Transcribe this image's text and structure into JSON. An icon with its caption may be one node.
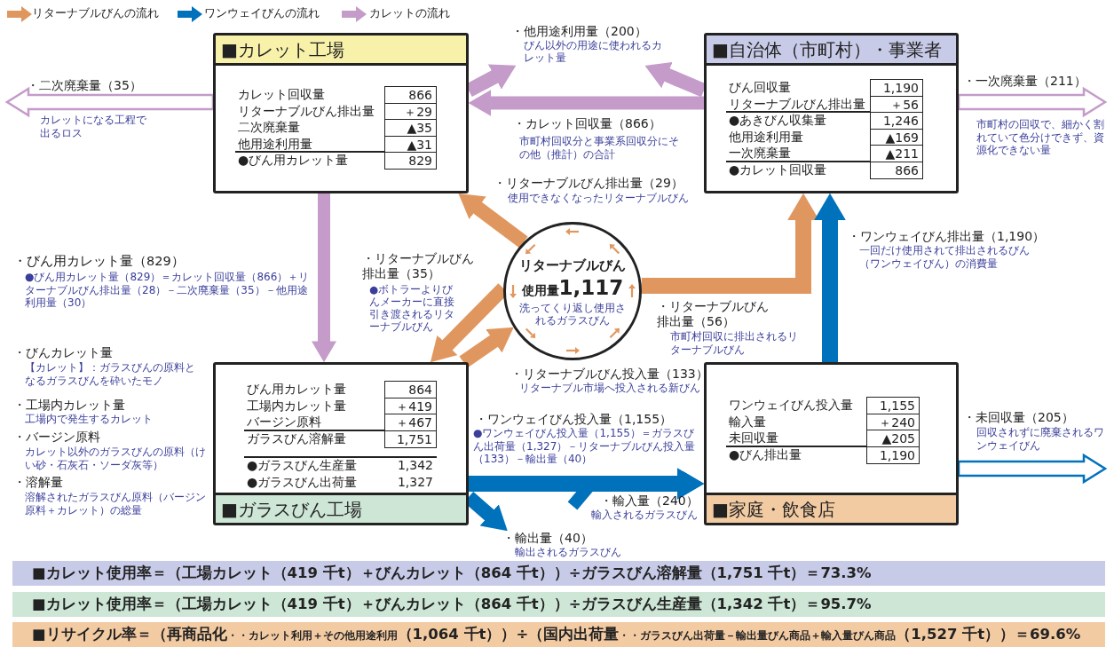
{
  "diagram": {
    "nodes": [
      {
        "text": [
          "■カレット工場",
          "カレット回収量",
          "866",
          "リターナブルびん排出量",
          "＋29",
          "二次廃棄量",
          "▲35",
          "他用途利用量",
          "▲31",
          "●びん用カレット量",
          "829"
        ]
      },
      {
        "text": [
          "■自治体（市町村）・事業者",
          "びん回収量",
          "1,190",
          "リターナブルびん排出量",
          "＋56",
          "●あきびん収集量",
          "1,246",
          "他用途利用量",
          "▲169",
          "一次廃棄量",
          "▲211",
          "●カレット回収量",
          "866"
        ]
      },
      {
        "text": [
          "リターナブルびん",
          "使用量",
          "1,117",
          "洗ってくり返し使用されるガラスびん"
        ]
      },
      {
        "text": [
          "びん用カレット量",
          "864",
          "工場内カレット量",
          "＋419",
          "バージン原料",
          "＋467",
          "ガラスびん溶解量",
          "1,751",
          "●ガラスびん生産量",
          "1,342",
          "●ガラスびん出荷量",
          "1,327",
          "■ガラスびん工場"
        ]
      },
      {
        "text": [
          "ワンウェイびん投入量",
          "1,155",
          "輸入量",
          "＋240",
          "未回収量",
          "▲205",
          "●びん排出量",
          "1,190",
          "■家庭・飲食店"
        ]
      },
      {
        "text": [
          "・他用途利用量（200）",
          "びん以外の用途に使われるカレット量"
        ]
      },
      {
        "text": [
          "■カレット使用率＝（工場カレット（419 千t）＋びんカレット（864 千t））÷ガラスびん溶解量（1,751 千t）＝73.3%"
        ]
      },
      {
        "text": [
          "■カレット使用率＝（工場カレット（419 千t）＋びんカレット（864 千t））÷ガラスびん生産量（1,342 千t）＝95.7%"
        ]
      },
      {
        "text": [
          "■リサイクル率＝（再商品化",
          "・・カレット利用＋その他用途利用",
          "（1,064 千t））÷（国内出荷量",
          "・・ガラスびん出荷量－輸出量びん商品＋輸入量びん商品",
          "（1,527 千t））＝69.6%"
        ]
      },
      {
        "text": [
          "・輸出量（40）",
          "輸出されるガラスびん"
        ]
      }
    ],
    "edges": [
      {
        "from": 0,
        "to": null,
        "arrow": "to",
        "label": "・二次廃棄量（35）"
      },
      {
        "from": 0,
        "to": 5,
        "arrow": "to"
      },
      {
        "from": 1,
        "to": 5,
        "arrow": "to"
      },
      {
        "from": 1,
        "to": 0,
        "arrow": "to",
        "label": "・カレット回収量（866）"
      },
      {
        "from": 1,
        "to": null,
        "arrow": "to",
        "label": "・一次廃棄量（211）"
      },
      {
        "from": 0,
        "to": 3,
        "arrow": "to"
      },
      {
        "from": 2,
        "to": 0,
        "arrow": "to",
        "label": "・リターナブルびん排出量（29）",
        "color": "#e0975f"
      },
      {
        "from": 2,
        "to": 3,
        "arrow": "to",
        "label": "・リターナブルびん排出量（35）",
        "color": "#e0975f"
      },
      {
        "from": 3,
        "to": 2,
        "arrow": "to",
        "label": "・リターナブルびん投入量（133）",
        "color": "#e0975f"
      },
      {
        "from": 2,
        "to": 1,
        "arrow": "to",
        "label": "・リターナブルびん排出量（56）",
        "color": "#e0975f"
      },
      {
        "from": 4,
        "to": 1,
        "arrow": "to",
        "label": "・ワンウェイびん排出量（1,190）",
        "color": "#0072bc"
      },
      {
        "from": 3,
        "to": 4,
        "arrow": "to",
        "label": "・ワンウェイびん投入量（1,155）",
        "color": "#0072bc"
      },
      {
        "from": 3,
        "to": 9,
        "arrow": "to",
        "color": "#0072bc"
      },
      {
        "from": null,
        "to": 4,
        "arrow": "to",
        "label": "・輸入量（240）",
        "color": "#0072bc"
      },
      {
        "from": 4,
        "to": null,
        "arrow": "to",
        "label": "・未回収量（205）",
        "color": "#0072bc"
      }
    ],
    "labels": [
      "カレットになる工程で出るロス",
      "市町村回収分と事業系回収分にその他（推計）の合計",
      "市町村の回収で、細かく割れていて色分けできず、資源化できない量",
      "使用できなくなったリターナブルびん",
      "一回だけ使用されて排出されるびん（ワンウェイびん）の消費量",
      "・びん用カレット量（829）",
      "●びん用カレット量（829）＝カレット回収量（866）＋リターナブルびん排出量（28）－二次廃棄量（35）－他用途利用量（30）",
      "●ボトラーよりびんメーカーに直接引き渡されるリターナブルびん",
      "市町村回収に排出されるリターナブルびん",
      "・びんカレット量",
      "【カレット】：ガラスびんの原料となるガラスびんを砕いたモノ",
      "リターナブル市場へ投入される新びん",
      "・工場内カレット量",
      "工場内で発生するカレット",
      "●ワンウェイびん投入量（1,155）＝ガラスびん出荷量（1,327）－リターナブルびん投入量（133）－輸出量（40）",
      "回収されずに廃棄されるワンウェイびん",
      "・バージン原料",
      "カレット以外のガラスびんの原料（けい砂・石灰石・ソーダ灰等）",
      "・溶解量",
      "溶解されたガラスびん原料（バージン原料＋カレット）の総量",
      "輸入されるガラスびん"
    ],
    "legend": [
      {
        "text": "リターナブルびんの流れ",
        "color": "#e0975f"
      },
      {
        "text": "ワンウェイびんの流れ",
        "color": "#0072bc"
      },
      {
        "text": "カレットの流れ",
        "color": "#c49bc9"
      }
    ]
  }
}
